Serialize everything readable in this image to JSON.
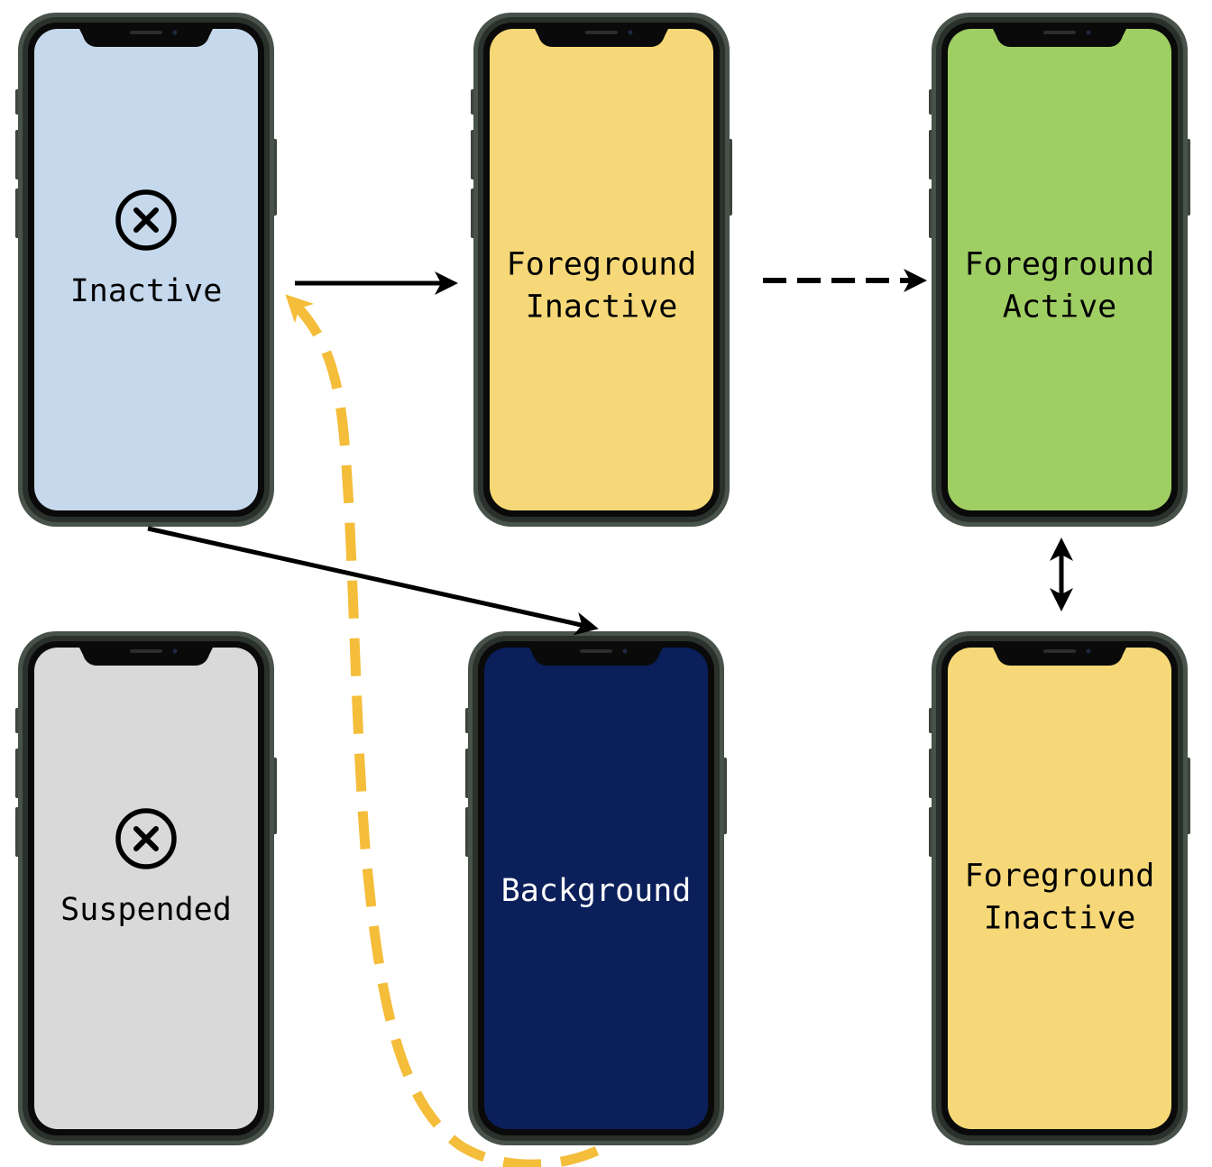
{
  "phones": [
    {
      "id": "inactive",
      "lines": [
        "Inactive"
      ],
      "icon": "circle-x-icon",
      "screen_color": "#c5d8ec",
      "text_color": "#000000"
    },
    {
      "id": "foreground-inactive-top",
      "lines": [
        "Foreground",
        "Inactive"
      ],
      "icon": null,
      "screen_color": "#f6d878",
      "text_color": "#000000"
    },
    {
      "id": "foreground-active",
      "lines": [
        "Foreground",
        "Active"
      ],
      "icon": null,
      "screen_color": "#9fce63",
      "text_color": "#000000"
    },
    {
      "id": "suspended",
      "lines": [
        "Suspended"
      ],
      "icon": "circle-x-icon",
      "screen_color": "#d9d9d9",
      "text_color": "#000000"
    },
    {
      "id": "background",
      "lines": [
        "Background"
      ],
      "icon": null,
      "screen_color": "#0b1f5b",
      "text_color": "#ffffff"
    },
    {
      "id": "foreground-inactive-bottom",
      "lines": [
        "Foreground",
        "Inactive"
      ],
      "icon": null,
      "screen_color": "#f6d878",
      "text_color": "#000000"
    }
  ],
  "transitions": [
    {
      "from": "inactive",
      "to": "foreground-inactive-top",
      "style": "solid",
      "color": "#000000"
    },
    {
      "from": "foreground-inactive-top",
      "to": "foreground-active",
      "style": "dashed",
      "color": "#000000"
    },
    {
      "from": "foreground-active",
      "to": "foreground-inactive-bottom",
      "style": "bidirectional",
      "color": "#000000"
    },
    {
      "from": "inactive",
      "to": "background",
      "style": "solid",
      "color": "#000000"
    },
    {
      "from": "background",
      "to": "inactive",
      "style": "dashed",
      "color": "#f4bd3a"
    }
  ]
}
